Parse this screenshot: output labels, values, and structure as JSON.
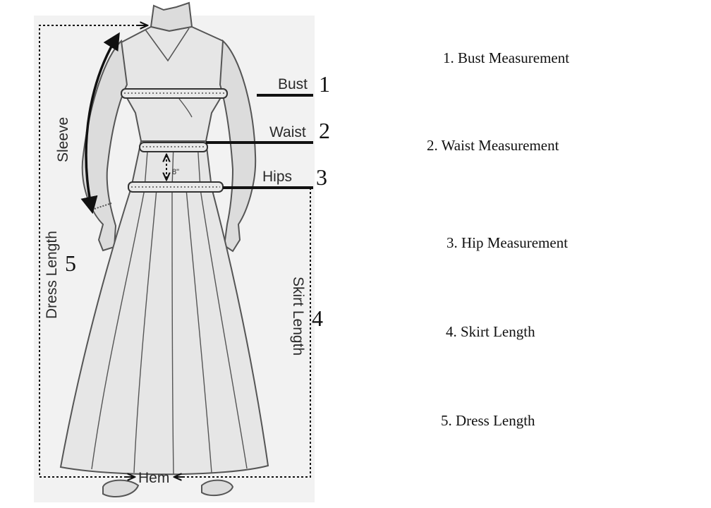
{
  "colors": {
    "panel": "#f2f2f2",
    "dress_fill": "#e6e6e6",
    "skin_fill": "#dcdcdc",
    "outline": "#555555",
    "dark": "#111111",
    "tape_fill": "#e9e9e9"
  },
  "diagram": {
    "labels": {
      "bust": "Bust",
      "waist": "Waist",
      "hips": "Hips",
      "sleeve": "Sleeve",
      "dress_length": "Dress Length",
      "skirt_length": "Skirt Length",
      "hem": "Hem",
      "gap": "8\""
    },
    "numbers": {
      "bust": "1",
      "waist": "2",
      "hips": "3",
      "skirt": "4",
      "dress": "5"
    }
  },
  "legend": {
    "items": [
      "1. Bust Measurement",
      "2. Waist Measurement",
      "3. Hip Measurement",
      "4. Skirt Length",
      "5. Dress Length"
    ]
  }
}
